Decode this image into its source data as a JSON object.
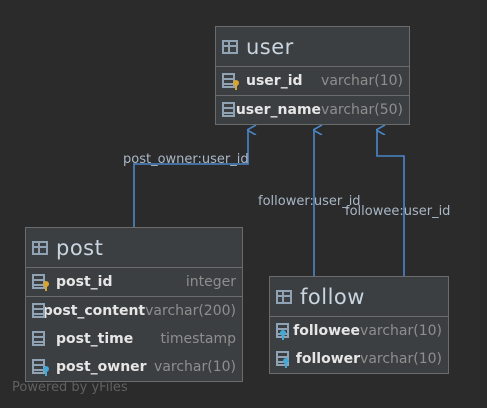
{
  "tables": {
    "user": {
      "name": "user",
      "rows": [
        {
          "name": "user_id",
          "type": "varchar(10)",
          "icon": "primary-key-icon"
        },
        {
          "name": "user_name",
          "type": "varchar(50)",
          "icon": "column-icon"
        }
      ]
    },
    "post": {
      "name": "post",
      "rows": [
        {
          "name": "post_id",
          "type": "integer",
          "icon": "primary-key-icon"
        },
        {
          "name": "post_content",
          "type": "varchar(200)",
          "icon": "column-icon"
        },
        {
          "name": "post_time",
          "type": "timestamp",
          "icon": "column-icon"
        },
        {
          "name": "post_owner",
          "type": "varchar(10)",
          "icon": "foreign-key-icon"
        }
      ]
    },
    "follow": {
      "name": "follow",
      "rows": [
        {
          "name": "followee",
          "type": "varchar(10)",
          "icon": "foreign-key-icon"
        },
        {
          "name": "follower",
          "type": "varchar(10)",
          "icon": "foreign-key-icon"
        }
      ]
    }
  },
  "relations": [
    {
      "label": "post_owner:user_id",
      "from": "post",
      "to": "user"
    },
    {
      "label": "follower:user_id",
      "from": "follow",
      "to": "user"
    },
    {
      "label": "followee:user_id",
      "from": "follow",
      "to": "user"
    }
  ],
  "watermark": "Powered by yFiles",
  "colors": {
    "background": "#2b2b2b",
    "table_bg": "#3c3f41",
    "edge": "#4a86c8",
    "primary_key": "#d6a534",
    "foreign_key": "#45a8d6"
  }
}
